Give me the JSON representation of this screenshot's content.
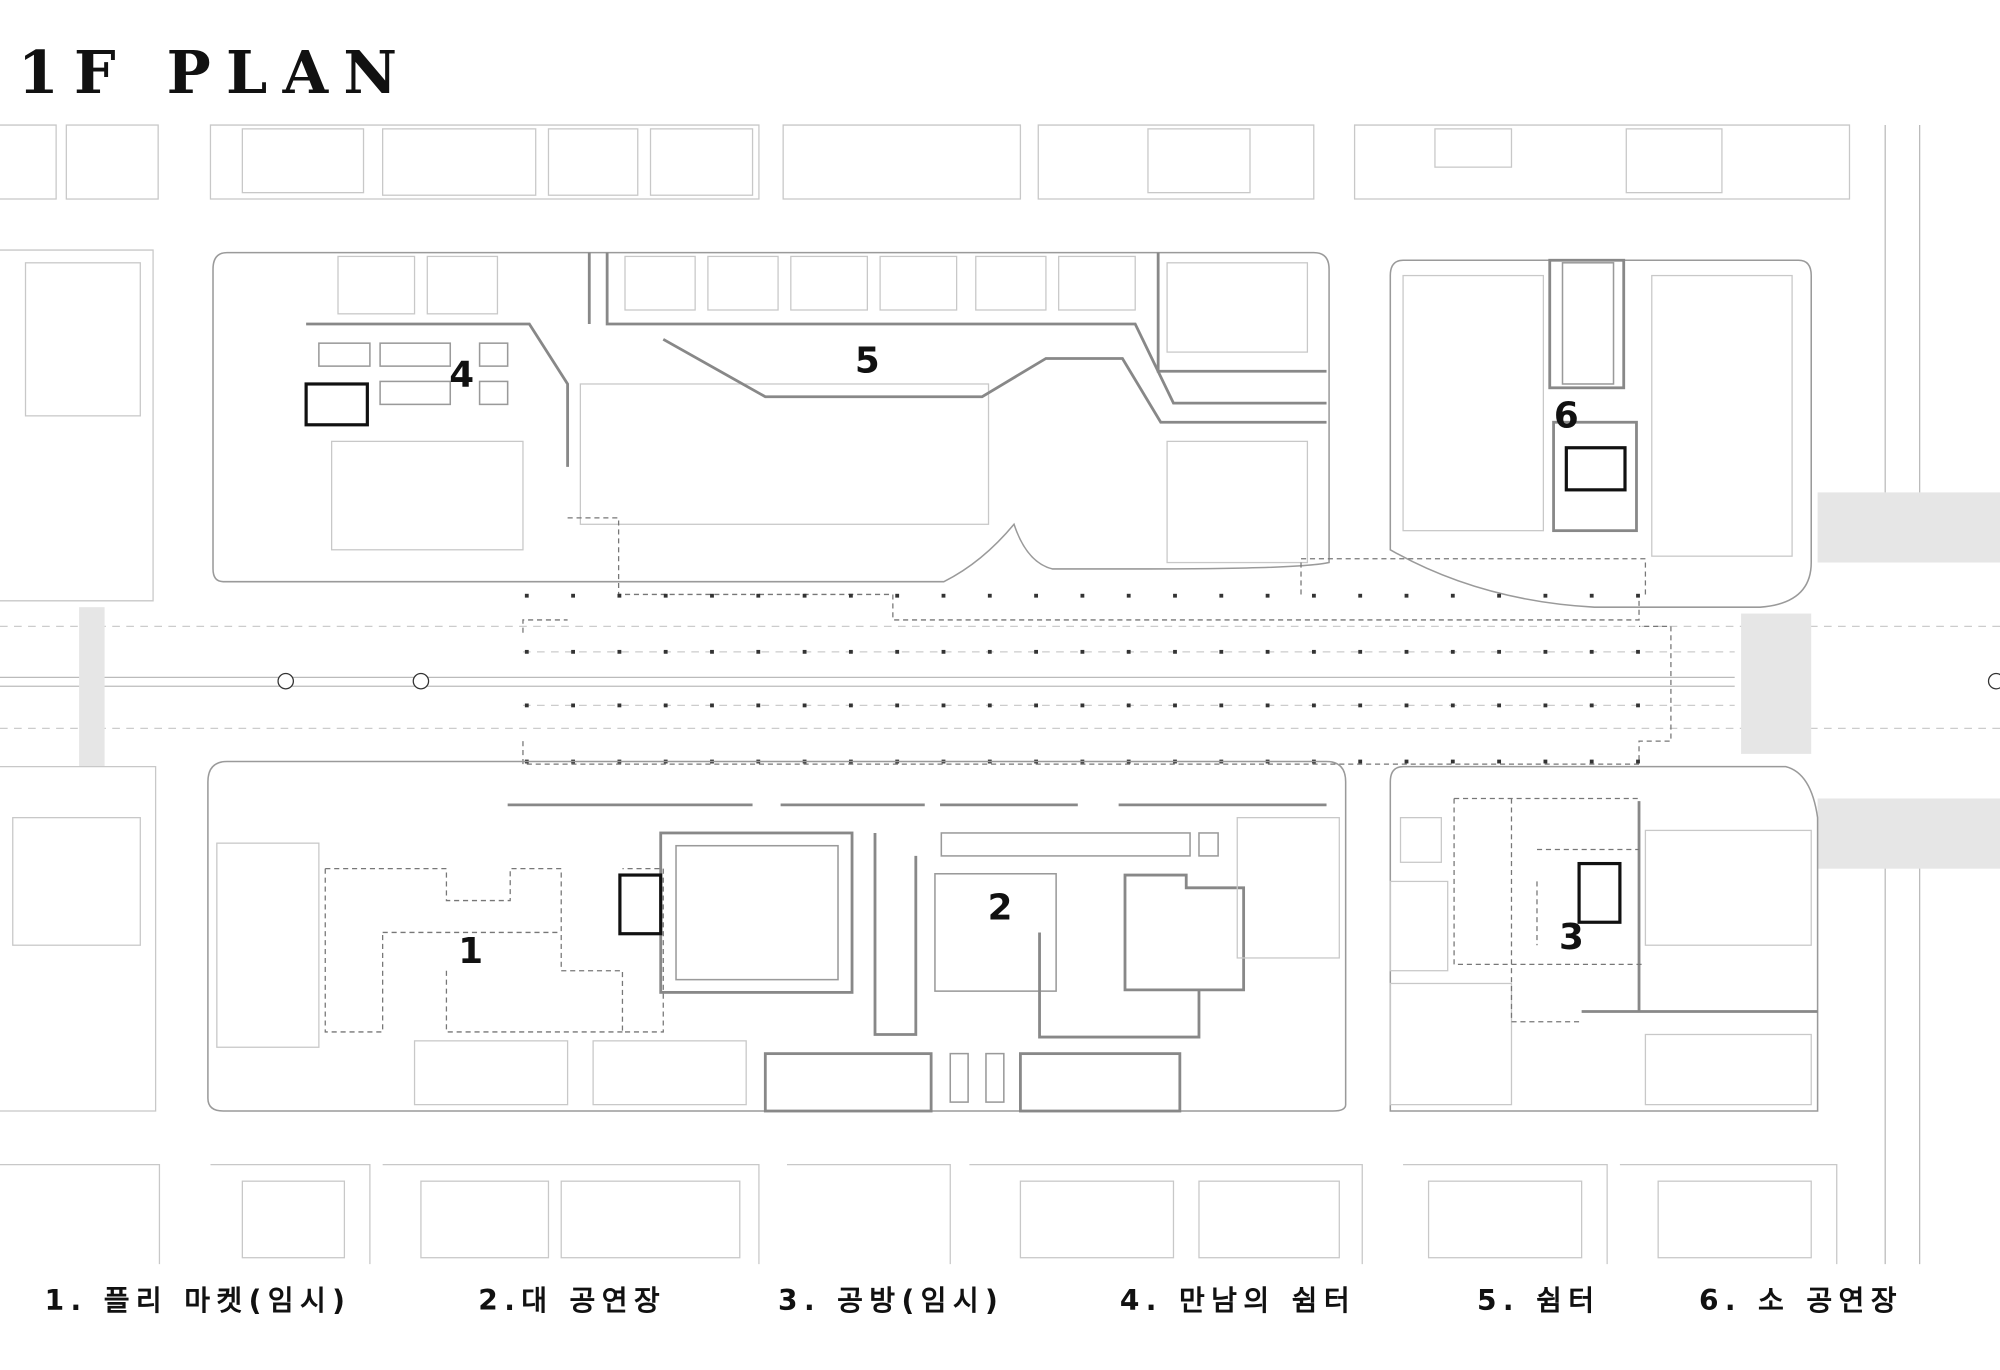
{
  "title": "1F PLAN",
  "plan_labels": [
    "1",
    "2",
    "3",
    "4",
    "5",
    "6"
  ],
  "legend": [
    "1. 플리 마켓(임시)",
    "2.대 공연장",
    "3. 공방(임시)",
    "4. 만남의 쉼터",
    "5. 쉼터",
    "6. 소 공연장"
  ]
}
